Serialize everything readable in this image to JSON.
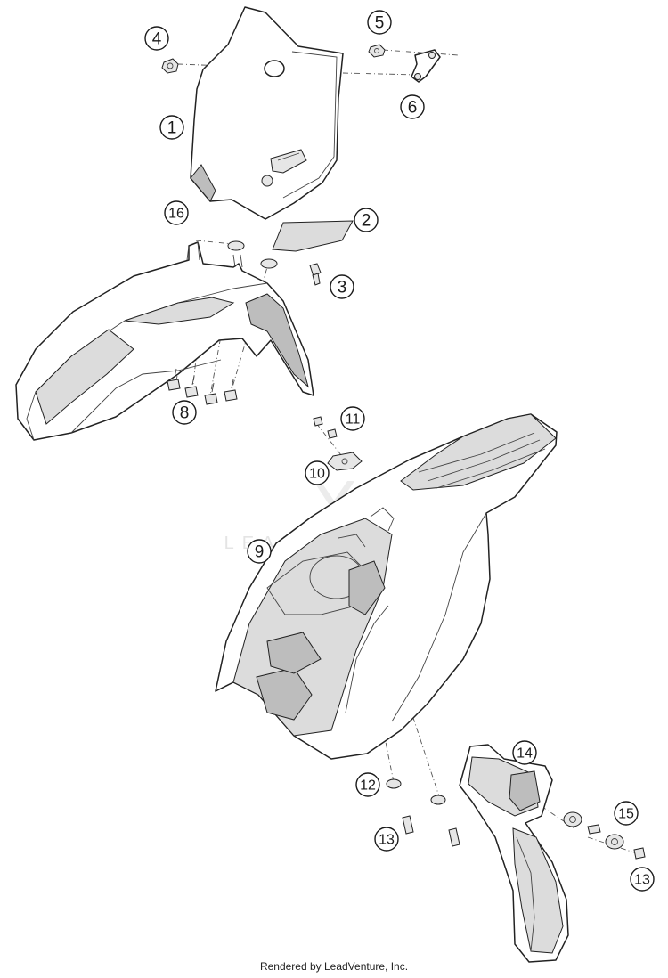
{
  "diagram": {
    "callouts": [
      {
        "id": "c1",
        "label": "1"
      },
      {
        "id": "c2",
        "label": "2"
      },
      {
        "id": "c3",
        "label": "3"
      },
      {
        "id": "c4",
        "label": "4"
      },
      {
        "id": "c5",
        "label": "5"
      },
      {
        "id": "c6",
        "label": "6"
      },
      {
        "id": "c8",
        "label": "8"
      },
      {
        "id": "c9",
        "label": "9"
      },
      {
        "id": "c10",
        "label": "10"
      },
      {
        "id": "c11",
        "label": "11"
      },
      {
        "id": "c12",
        "label": "12"
      },
      {
        "id": "c13a",
        "label": "13"
      },
      {
        "id": "c13b",
        "label": "13"
      },
      {
        "id": "c14",
        "label": "14"
      },
      {
        "id": "c15",
        "label": "15"
      },
      {
        "id": "c16",
        "label": "16"
      }
    ],
    "watermark": "LEADVENTURE"
  },
  "footer": {
    "credit": "Rendered by LeadVenture, Inc."
  },
  "colors": {
    "line": "#222222",
    "background": "#ffffff",
    "watermark": "#e4e4e4"
  }
}
